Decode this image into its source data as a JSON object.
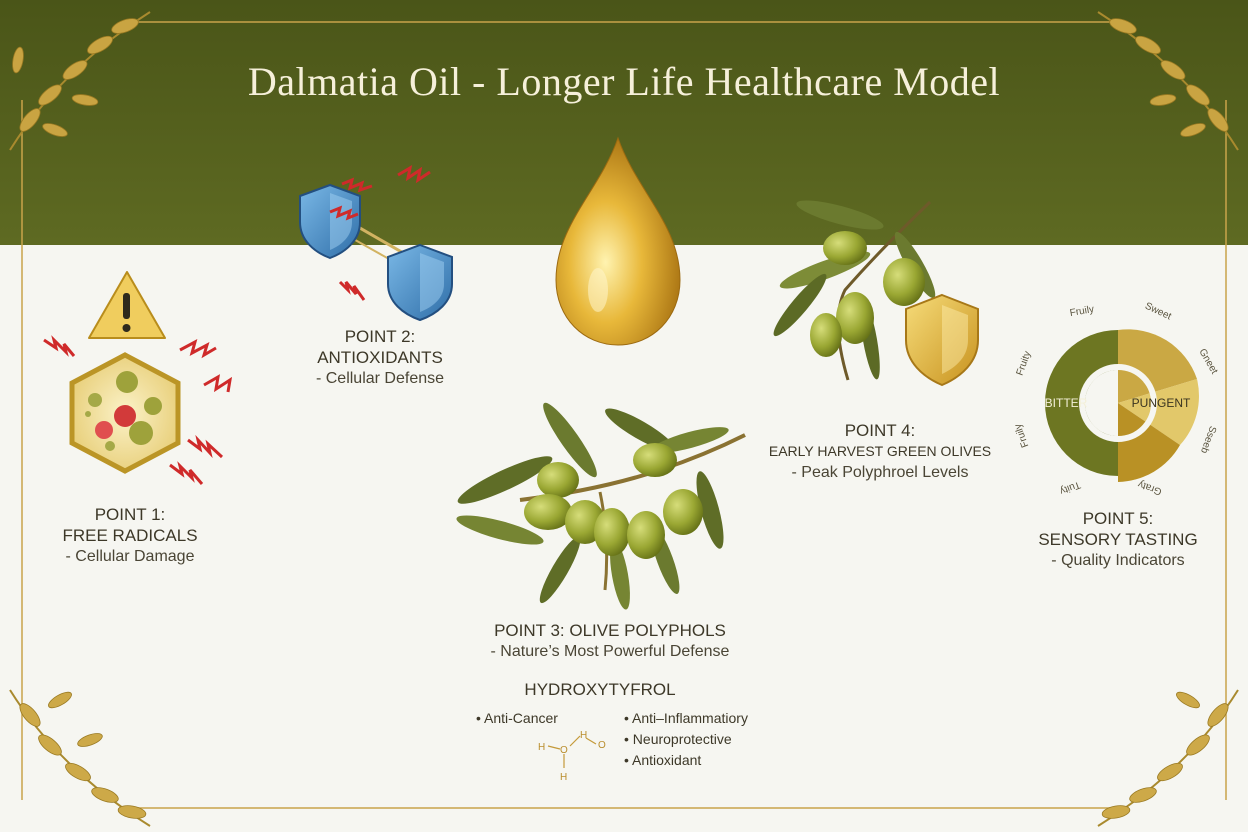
{
  "title": "Dalmatia Oil - Longer Life Healthcare Model",
  "point1": {
    "heading": "POINT 1:",
    "name": "FREE RADICALS",
    "desc": "- Cellular Damage"
  },
  "point2": {
    "heading": "POINT 2:",
    "name": "ANTIOXIDANTS",
    "desc": "- Cellular Defense"
  },
  "point3": {
    "heading": "POINT 3: OLIVE POLYPHOLS",
    "desc": "- Nature’s Most Powerful Defense"
  },
  "point4": {
    "heading": "POINT 4:",
    "name": "EARLY HARVEST GREEN OLIVES",
    "desc": "- Peak Polyphroel Levels"
  },
  "point5": {
    "heading": "POINT 5:",
    "name": "SENSORY TASTING",
    "desc": "- Quality Indicators"
  },
  "compound": {
    "name": "HYDROXYTYFROL",
    "benefits_left": [
      "• Anti-Cancer"
    ],
    "benefits_right": [
      "• Anti–Inflammatiory",
      "• Neuroprotective",
      "• Antioxidant"
    ],
    "atoms": {
      "h1": "H",
      "o1": "O",
      "h2": "H",
      "o2": "O",
      "h3": "H"
    }
  },
  "tasting_wheel": {
    "inner": {
      "left": "BITTER",
      "right": "PUNGENT"
    },
    "outer_labels": [
      "Fruily",
      "Sweet",
      "Gneet",
      "Fruity",
      "Fruily",
      "Sseeb",
      "Tuity",
      "Graty"
    ]
  },
  "icons": [
    "warning-icon",
    "cell-icon",
    "shield-icon",
    "oil-drop-icon",
    "olive-branch-icon",
    "laurel-icon"
  ],
  "colors": {
    "header_green": "#55601f",
    "gold": "#d3a83a",
    "shield_blue": "#3f86c0",
    "radical_red": "#cf2a2a",
    "olive": "#8d9a2c"
  }
}
